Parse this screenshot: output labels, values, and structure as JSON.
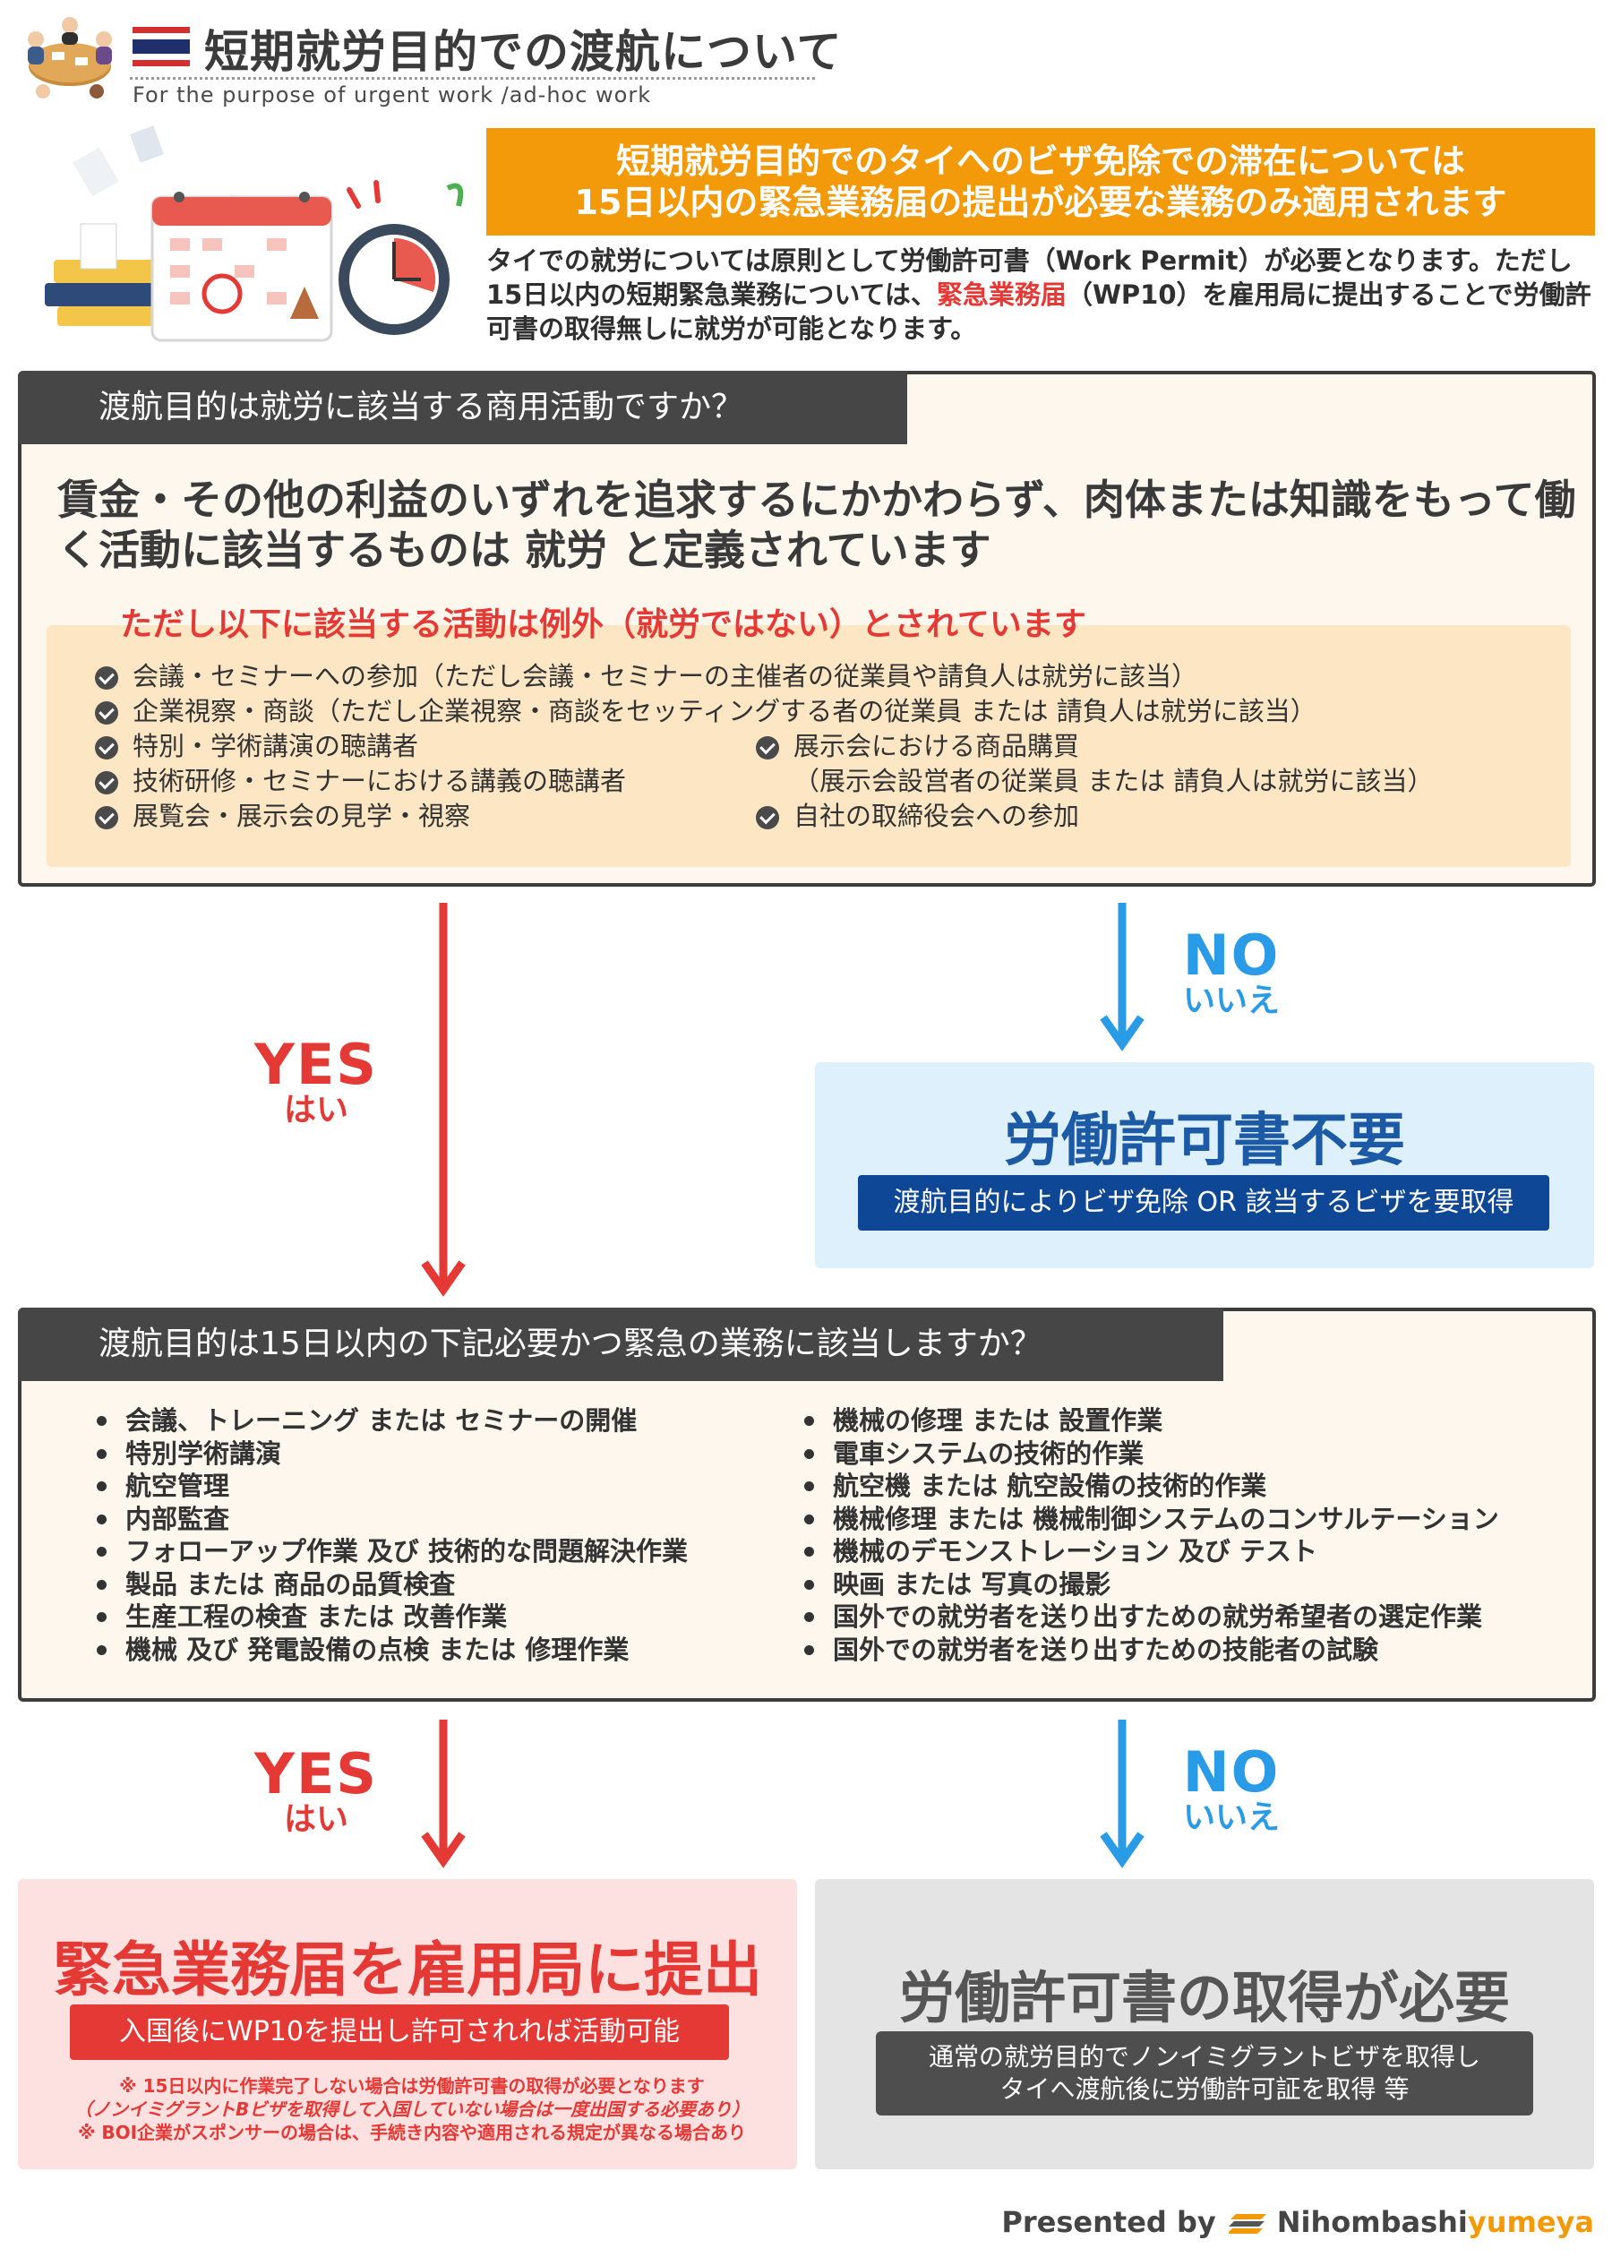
{
  "header": {
    "title": "短期就労目的での渡航について",
    "subtitle": "For the purpose of  urgent work /ad-hoc work"
  },
  "intro": {
    "banner_line1": "短期就労目的でのタイへのビザ免除での滞在については",
    "banner_line2": "15日以内の緊急業務届の提出が必要な業務のみ適用されます",
    "text_part1": "タイでの就労については原則として労働許可書（Work Permit）が必要となります。ただし15日以内の短期緊急業務については、",
    "text_highlight": "緊急業務届",
    "text_part2": "（WP10）を雇用局に提出することで労働許可書の取得無しに就労が可能となります。"
  },
  "question1": {
    "header": "渡航目的は就労に該当する商用活動ですか？",
    "definition": "賃金・その他の利益のいずれを追求するにかかわらず、肉体または知識をもって働く活動に該当するものは  就労  と定義されています",
    "exception_title": "ただし以下に該当する活動は例外（就労ではない）とされています",
    "exceptions_left": [
      "会議・セミナーへの参加（ただし会議・セミナーの主催者の従業員や請負人は就労に該当）",
      "企業視察・商談（ただし企業視察・商談をセッティングする者の従業員 または 請負人は就労に該当）",
      "特別・学術講演の聴講者",
      "技術研修・セミナーにおける講義の聴講者",
      "展覧会・展示会の見学・視察"
    ],
    "exceptions_right": [
      "展示会における商品購買",
      "（展示会設営者の従業員 または 請負人は就労に該当）",
      "自社の取締役会への参加"
    ]
  },
  "answers": {
    "yes_big": "YES",
    "yes_small": "はい",
    "no_big": "NO",
    "no_small": "いいえ"
  },
  "result_no1": {
    "title": "労働許可書不要",
    "pill": "渡航目的によりビザ免除 OR 該当するビザを要取得"
  },
  "question2": {
    "header": "渡航目的は15日以内の下記必要かつ緊急の業務に該当しますか？",
    "items_left": [
      "会議、トレーニング または セミナーの開催",
      "特別学術講演",
      "航空管理",
      "内部監査",
      "フォローアップ作業 及び 技術的な問題解決作業",
      "製品 または 商品の品質検査",
      "生産工程の検査 または 改善作業",
      "機械 及び 発電設備の点検 または 修理作業"
    ],
    "items_right": [
      "機械の修理 または 設置作業",
      "電車システムの技術的作業",
      "航空機 または 航空設備の技術的作業",
      "機械修理 または 機械制御システムのコンサルテーション",
      "機械のデモンストレーション 及び テスト",
      "映画 または 写真の撮影",
      "国外での就労者を送り出すための就労希望者の選定作業",
      "国外での就労者を送り出すための技能者の試験"
    ]
  },
  "result_yes2": {
    "title": "緊急業務届を雇用局に提出",
    "pill": "入国後にWP10を提出し許可されれば活動可能",
    "notes": [
      "※ 15日以内に作業完了しない場合は労働許可書の取得が必要となります",
      "（ノンイミグラントBビザを取得して入国していない場合は一度出国する必要あり）",
      "※ BOI企業がスポンサーの場合は、手続き内容や適用される規定が異なる場合あり"
    ]
  },
  "result_no2": {
    "title": "労働許可書の取得が必要",
    "pill_line1": "通常の就労目的でノンイミグラントビザを取得し",
    "pill_line2": "タイへ渡航後に労働許可証を取得 等"
  },
  "footer": {
    "presented_by": "Presented by",
    "brand_part1": "Nihombashi",
    "brand_part2": "yumeya"
  },
  "colors": {
    "accent_orange": "#f29a0a",
    "yes_red": "#e53935",
    "no_blue": "#2a9be6",
    "navy": "#0d4796"
  }
}
